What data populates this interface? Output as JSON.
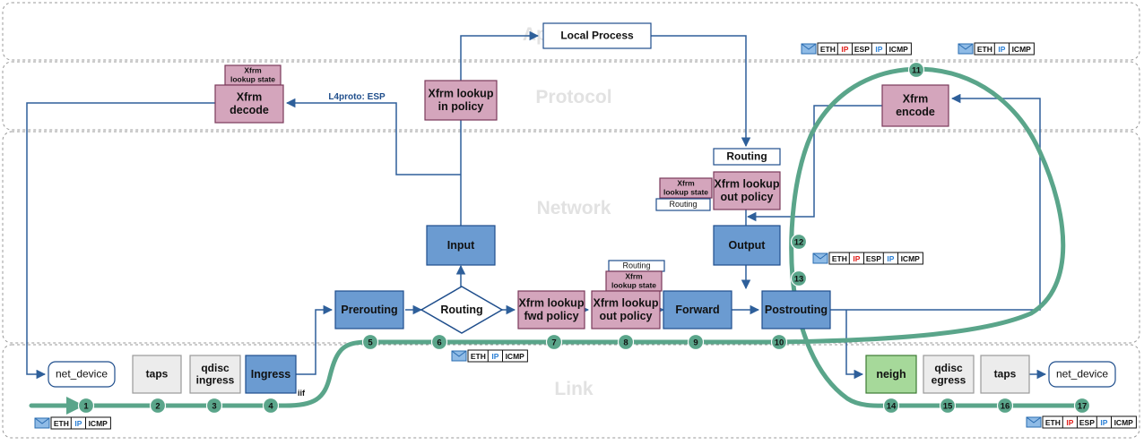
{
  "layers": [
    {
      "id": "app",
      "label": "Application"
    },
    {
      "id": "proto",
      "label": "Protocol"
    },
    {
      "id": "net",
      "label": "Network"
    },
    {
      "id": "link",
      "label": "Link"
    }
  ],
  "nodes": [
    {
      "id": "local-process",
      "lines": [
        "Local Process"
      ],
      "style": "white"
    },
    {
      "id": "xfrm-lookup-state-top",
      "lines": [
        "Xfrm",
        "lookup state"
      ],
      "style": "pink-small"
    },
    {
      "id": "xfrm-decode",
      "lines": [
        "Xfrm",
        "decode"
      ],
      "style": "pink"
    },
    {
      "id": "xfrm-lookup-in-policy",
      "lines": [
        "Xfrm lookup",
        "in policy"
      ],
      "style": "pink"
    },
    {
      "id": "xfrm-encode",
      "lines": [
        "Xfrm",
        "encode"
      ],
      "style": "pink"
    },
    {
      "id": "routing-out",
      "lines": [
        "Routing"
      ],
      "style": "white"
    },
    {
      "id": "xfrm-lookup-out-policy-top",
      "lines": [
        "Xfrm lookup",
        "out policy"
      ],
      "style": "pink"
    },
    {
      "id": "xfrm-lookup-state-left",
      "lines": [
        "Xfrm",
        "lookup state"
      ],
      "style": "pink-small"
    },
    {
      "id": "routing-small-left",
      "lines": [
        "Routing"
      ],
      "style": "white-small"
    },
    {
      "id": "input",
      "lines": [
        "Input"
      ],
      "style": "blue"
    },
    {
      "id": "output",
      "lines": [
        "Output"
      ],
      "style": "blue"
    },
    {
      "id": "prerouting",
      "lines": [
        "Prerouting"
      ],
      "style": "blue"
    },
    {
      "id": "routing-decision",
      "lines": [
        "Routing"
      ],
      "style": "diamond"
    },
    {
      "id": "xfrm-lookup-fwd-policy",
      "lines": [
        "Xfrm lookup",
        "fwd policy"
      ],
      "style": "pink"
    },
    {
      "id": "routing-small-mid",
      "lines": [
        "Routing"
      ],
      "style": "white-small"
    },
    {
      "id": "xfrm-lookup-state-mid",
      "lines": [
        "Xfrm",
        "lookup state"
      ],
      "style": "pink-small"
    },
    {
      "id": "xfrm-lookup-out-policy-mid",
      "lines": [
        "Xfrm lookup",
        "out policy"
      ],
      "style": "pink"
    },
    {
      "id": "forward",
      "lines": [
        "Forward"
      ],
      "style": "blue"
    },
    {
      "id": "postrouting",
      "lines": [
        "Postrouting"
      ],
      "style": "blue"
    },
    {
      "id": "net-device-in",
      "lines": [
        "net_device"
      ],
      "style": "white-round"
    },
    {
      "id": "taps-in",
      "lines": [
        "taps"
      ],
      "style": "grey"
    },
    {
      "id": "qdisc-ingress",
      "lines": [
        "qdisc",
        "ingress"
      ],
      "style": "grey"
    },
    {
      "id": "ingress",
      "lines": [
        "Ingress"
      ],
      "style": "blue"
    },
    {
      "id": "neigh",
      "lines": [
        "neigh"
      ],
      "style": "green"
    },
    {
      "id": "qdisc-egress",
      "lines": [
        "qdisc",
        "egress"
      ],
      "style": "grey"
    },
    {
      "id": "taps-out",
      "lines": [
        "taps"
      ],
      "style": "grey"
    },
    {
      "id": "net-device-out",
      "lines": [
        "net_device"
      ],
      "style": "white-round"
    }
  ],
  "edge_labels": [
    {
      "id": "l4proto",
      "text": "L4proto: ESP"
    },
    {
      "id": "iif",
      "text": "iif"
    }
  ],
  "steps": [
    "1",
    "2",
    "3",
    "4",
    "5",
    "6",
    "7",
    "8",
    "9",
    "10",
    "11",
    "12",
    "13",
    "14",
    "15",
    "16",
    "17"
  ],
  "packets": [
    {
      "id": "pkt-top-1",
      "fields": [
        "ETH",
        "IP",
        "ESP",
        "IP",
        "ICMP"
      ]
    },
    {
      "id": "pkt-top-2",
      "fields": [
        "ETH",
        "IP",
        "ICMP"
      ]
    },
    {
      "id": "pkt-mid-right",
      "fields": [
        "ETH",
        "IP",
        "ESP",
        "IP",
        "ICMP"
      ]
    },
    {
      "id": "pkt-mid-link",
      "fields": [
        "ETH",
        "IP",
        "ICMP"
      ]
    },
    {
      "id": "pkt-bottom-left",
      "fields": [
        "ETH",
        "IP",
        "ICMP"
      ]
    },
    {
      "id": "pkt-bottom-right",
      "fields": [
        "ETH",
        "IP",
        "ESP",
        "IP",
        "ICMP"
      ]
    }
  ],
  "colors": {
    "blue_fill": "#6b9bd1",
    "blue_stroke": "#1f4e8c",
    "pink_fill": "#d4a5bc",
    "pink_stroke": "#7a3a5a",
    "grey_fill": "#ececec",
    "green_fill": "#a6d99a",
    "path": "#5aa58a",
    "arrow": "#2e5f9a",
    "ip_red": "#e0201c",
    "ip_blue": "#2a7fd4",
    "layer_text": "#e2e2e2"
  }
}
